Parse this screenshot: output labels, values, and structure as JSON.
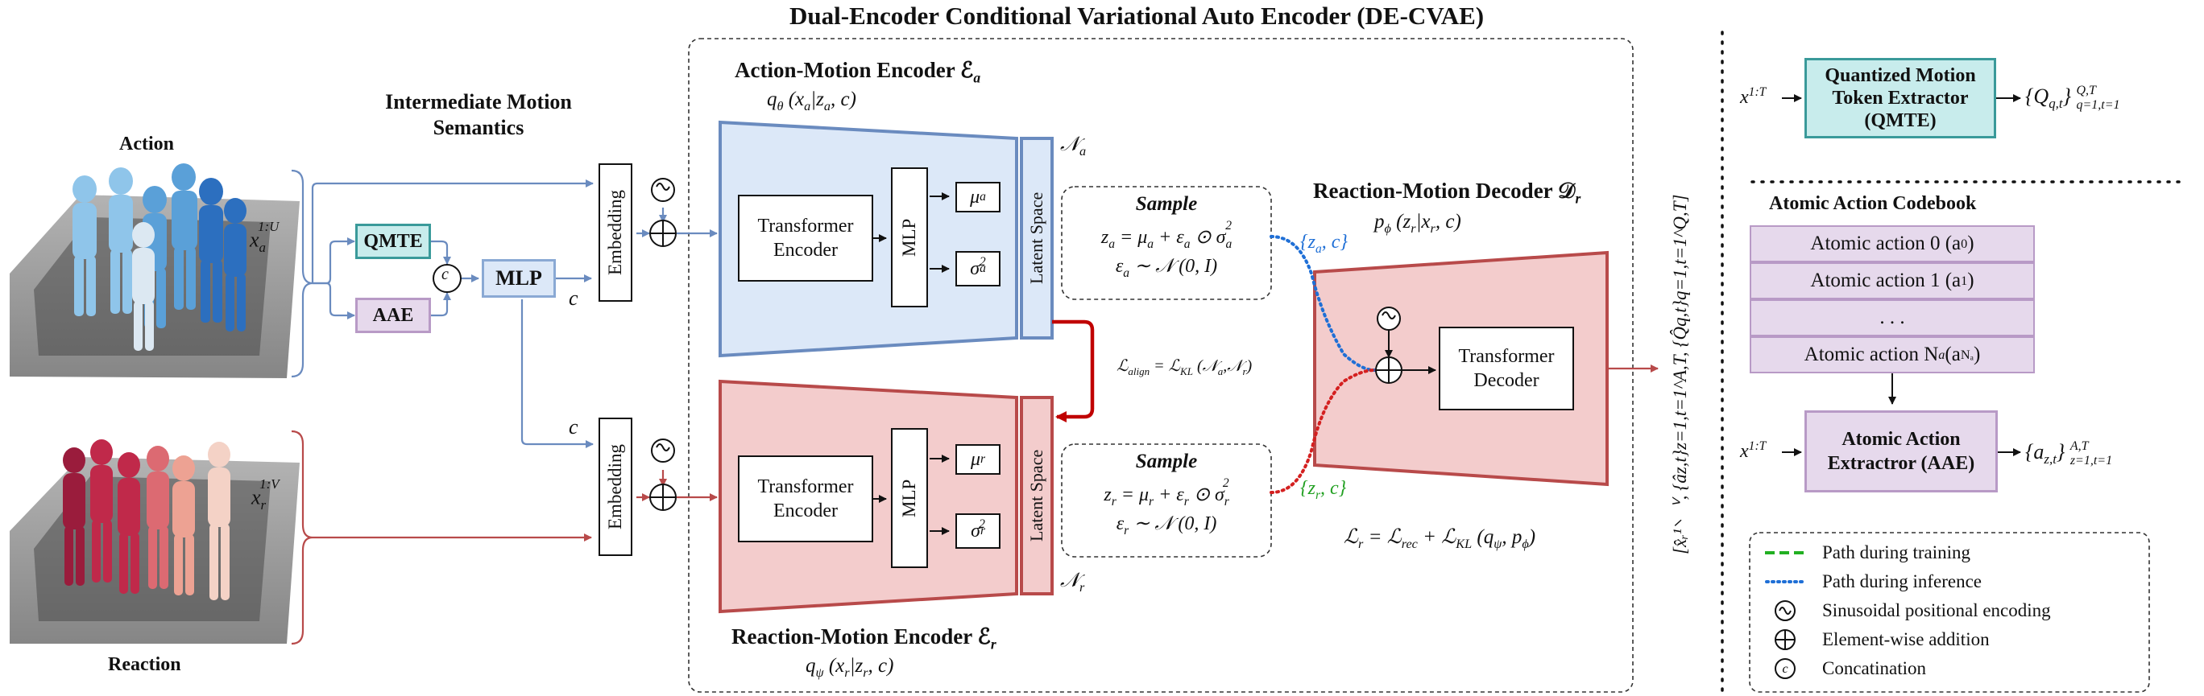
{
  "title": "Dual-Encoder Conditional Variational Auto Encoder (DE-CVAE)",
  "left": {
    "action_label": "Action",
    "reaction_label": "Reaction",
    "x_action": "x",
    "x_action_sub": "a",
    "x_action_sup": "1:U",
    "x_reaction": "x",
    "x_reaction_sub": "r",
    "x_reaction_sup": "1:V",
    "ims_title_line1": "Intermediate Motion",
    "ims_title_line2": "Semantics",
    "qmte": "QMTE",
    "aae": "AAE",
    "concat_symbol": "c",
    "mlp": "MLP",
    "c_label": "c",
    "embedding": "Embedding"
  },
  "action_encoder": {
    "title": "Action-Motion Encoder ℰ",
    "title_sub": "a",
    "dist": "q",
    "dist_sub": "θ",
    "dist_args": "(x",
    "dist_args_sub": "a",
    "dist_args_rest": "|z",
    "dist_args_sub2": "a",
    "dist_args_end": ", c)",
    "transformer": "Transformer Encoder",
    "mlp": "MLP",
    "mu": "μ",
    "mu_sub": "a",
    "sigma": "σ",
    "sigma_sub": "a",
    "sigma_sup": "2",
    "latent": "Latent Space",
    "N": "𝒩",
    "N_sub": "a"
  },
  "reaction_encoder": {
    "title": "Reaction-Motion Encoder ℰ",
    "title_sub": "r",
    "dist": "q",
    "dist_sub": "ψ",
    "dist_args": "(x",
    "dist_args_sub": "r",
    "dist_args_rest": "|z",
    "dist_args_sub2": "r",
    "dist_args_end": ", c)",
    "transformer": "Transformer Encoder",
    "mlp": "MLP",
    "mu": "μ",
    "mu_sub": "r",
    "sigma": "σ",
    "sigma_sub": "r",
    "sigma_sup": "2",
    "latent": "Latent Space",
    "N": "𝒩",
    "N_sub": "r"
  },
  "sample_a": {
    "title": "Sample",
    "line1": "z",
    "line1_sub": "a",
    "line1_rest": " = μ",
    "line1_sub2": "a",
    "line1_rest2": " + ε",
    "line1_sub3": "a",
    "line1_rest3": " ⊙ σ",
    "line1_sub4": "a",
    "line1_sup4": "2",
    "line2": "ε",
    "line2_sub": "a",
    "line2_rest": " ∼ 𝒩 (0, I)",
    "tag": "{z",
    "tag_sub": "a",
    "tag_end": ", c}"
  },
  "sample_r": {
    "title": "Sample",
    "line1": "z",
    "line1_sub": "r",
    "line1_rest": " = μ",
    "line1_sub2": "r",
    "line1_rest2": " + ε",
    "line1_sub3": "r",
    "line1_rest3": " ⊙ σ",
    "line1_sub4": "r",
    "line1_sup4": "2",
    "line2": "ε",
    "line2_sub": "r",
    "line2_rest": " ∼ 𝒩 (0, I)",
    "tag": "{z",
    "tag_sub": "r",
    "tag_end": ", c}"
  },
  "align_loss": {
    "lhs": "ℒ",
    "lhs_sub": "align",
    "rhs": " = ℒ",
    "rhs_sub": "KL",
    "rhs_args": " (𝒩",
    "rhs_args_sub": "a",
    "rhs_args_mid": ",𝒩",
    "rhs_args_sub2": "r",
    "rhs_args_end": ")"
  },
  "decoder": {
    "title": "Reaction-Motion Decoder 𝒟",
    "title_sub": "r",
    "dist": "p",
    "dist_sub": "ϕ",
    "dist_args": " (z",
    "dist_args_sub": "r",
    "dist_args_rest": "|x",
    "dist_args_sub2": "r",
    "dist_args_end": ", c)",
    "transformer": "Transformer Decoder",
    "loss_lhs": "ℒ",
    "loss_lhs_sub": "r",
    "loss_rhs": " = ℒ",
    "loss_rhs_sub": "rec",
    "loss_rhs2": " + ℒ",
    "loss_rhs2_sub": "KL",
    "loss_args": " (q",
    "loss_args_sub": "ψ",
    "loss_args_mid": ", p",
    "loss_args_sub2": "ϕ",
    "loss_args_end": ")"
  },
  "output_vertical": "[x̂ᵣ¹ᐟⱽ, {âz,t}z=1,t=1^A,T, {Q̂q,t}q=1,t=1^Q,T]",
  "qmte_panel": {
    "input": "x",
    "input_sup": "1:T",
    "box_line1": "Quantized Motion",
    "box_line2": "Token Extractor",
    "box_line3": "(QMTE)",
    "output": "{Q",
    "output_sub": "q,t",
    "output_end": "}",
    "output_subsup": "Q,T",
    "output_sublow": "q=1,t=1"
  },
  "codebook": {
    "title": "Atomic Action Codebook",
    "rows": [
      {
        "text": "Atomic action 0 (a",
        "sup": "0",
        "end": ")"
      },
      {
        "text": "Atomic action 1 (a",
        "sup": "1",
        "end": ")"
      },
      {
        "text": ". . .",
        "sup": "",
        "end": ""
      },
      {
        "text": "Atomic action N",
        "sub": "a",
        "text2": " (a",
        "sup": "Nₐ",
        "end": ")"
      }
    ]
  },
  "aae_panel": {
    "input": "x",
    "input_sup": "1:T",
    "box_line1": "Atomic Action",
    "box_line2": "Extractror (AAE)",
    "output": "{a",
    "output_sub": "z,t",
    "output_end": "}",
    "output_subsup": "A,T",
    "output_sublow": "z=1,t=1"
  },
  "legend": {
    "items": [
      {
        "icon": "green-dash",
        "label": "Path during training"
      },
      {
        "icon": "blue-dot",
        "label": "Path during inference"
      },
      {
        "icon": "sinusoid",
        "label": "Sinusoidal positional encoding"
      },
      {
        "icon": "oplus",
        "label": "Element-wise addition"
      },
      {
        "icon": "concat",
        "label": "Concatination"
      }
    ]
  },
  "colors": {
    "blue_fill": "#dce8f8",
    "blue_stroke": "#6a8bbf",
    "red_fill": "#f3cccc",
    "red_stroke": "#b84a4a",
    "teal_fill": "#c8ecec",
    "teal_stroke": "#3a9a9a",
    "purple_fill": "#e6d9ec",
    "purple_stroke": "#b89ac6",
    "inference_blue": "#1f6fd6",
    "training_green": "#22b022",
    "inference_red": "#d42020"
  }
}
